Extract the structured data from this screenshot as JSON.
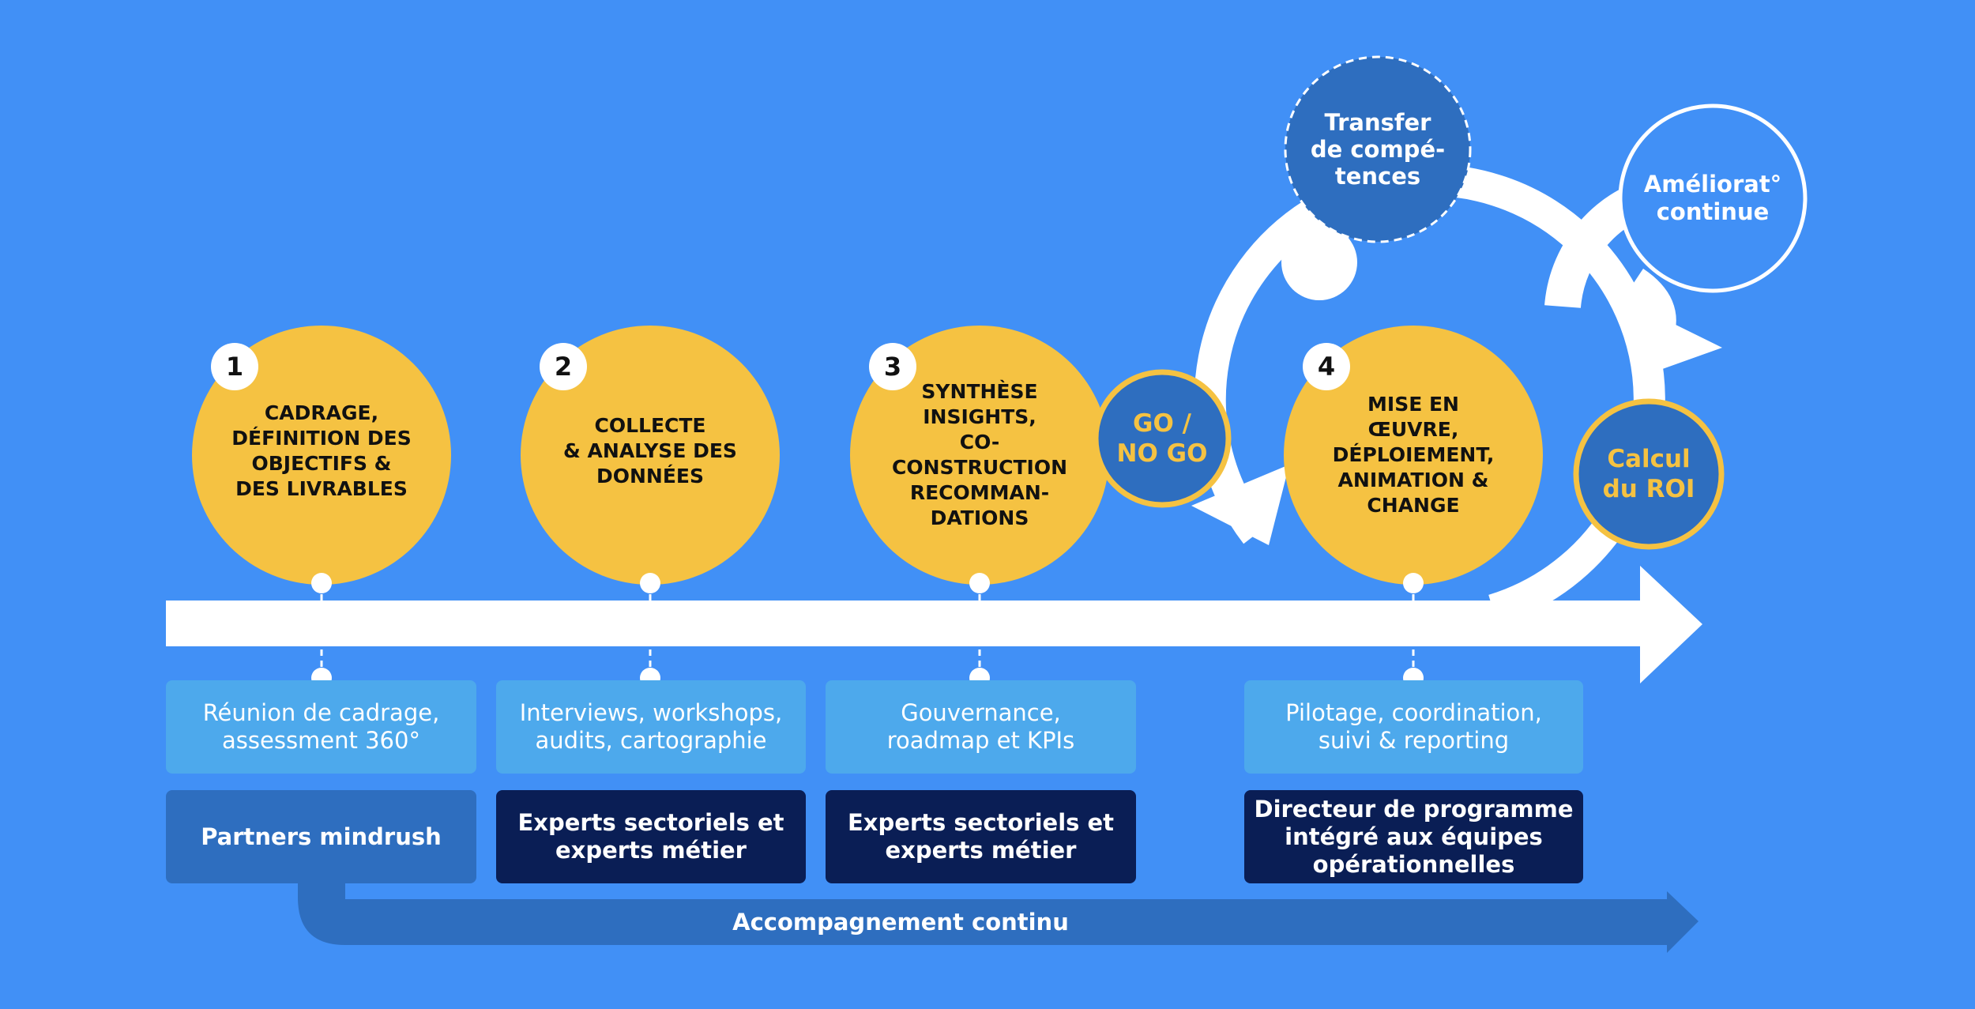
{
  "colors": {
    "background": "#4190F6",
    "step_circle": "#F5C242",
    "white": "#FFFFFF",
    "light_box": "#4DA9EC",
    "mid_blue": "#2E6EBF",
    "navy": "#0A1E55",
    "accent_yellow": "#F5C242"
  },
  "steps": [
    {
      "number": "1",
      "title": "CADRAGE,\nDÉFINITION DES\nOBJECTIFS &\nDES LIVRABLES",
      "activity": "Réunion de cadrage,\nassessment 360°",
      "owner": "Partners mindrush",
      "owner_style": "mid"
    },
    {
      "number": "2",
      "title": "COLLECTE\n& ANALYSE DES\nDONNÉES",
      "activity": "Interviews, workshops,\naudits, cartographie",
      "owner": "Experts sectoriels et\nexperts métier",
      "owner_style": "navy"
    },
    {
      "number": "3",
      "title": "SYNTHÈSE\nINSIGHTS,\nCO-\nCONSTRUCTION\nRECOMMAN-\nDATIONS",
      "activity": "Gouvernance,\nroadmap et KPIs",
      "owner": "Experts sectoriels et\nexperts métier",
      "owner_style": "navy"
    },
    {
      "number": "4",
      "title": "MISE EN\nŒUVRE,\nDÉPLOIEMENT,\nANIMATION &\nCHANGE",
      "activity": "Pilotage, coordination,\nsuivi & reporting",
      "owner": "Directeur de programme\nintégré aux équipes\nopérationnelles",
      "owner_style": "navy"
    }
  ],
  "go_no_go": "GO /\nNO GO",
  "calcul_roi": "Calcul\ndu ROI",
  "transfer": "Transfer\nde compé-\ntences",
  "amelioration": "Améliorat°\ncontinue",
  "accompagnement": "Accompagnement continu"
}
